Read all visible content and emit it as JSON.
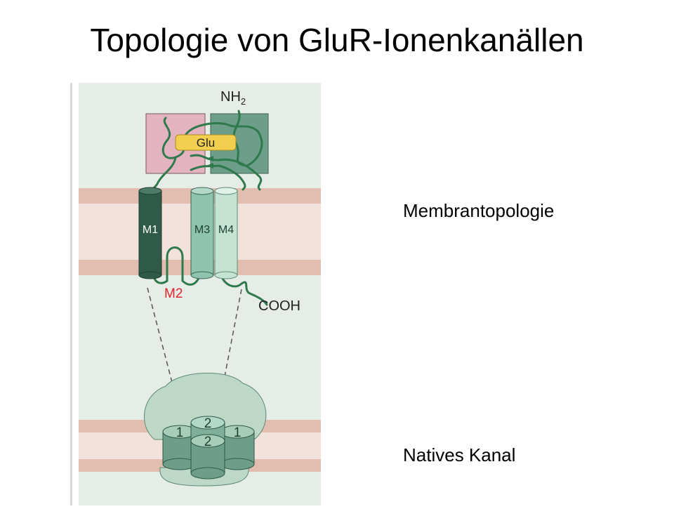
{
  "slide": {
    "title": "Topologie von GluR-Ionenkanällen"
  },
  "diagram": {
    "labels": {
      "n_terminus": "NH",
      "n_terminus_sub": "2",
      "ligand": "Glu",
      "m1": "M1",
      "m2": "M2",
      "m3": "M3",
      "m4": "M4",
      "c_terminus": "COOH",
      "subunit_1a": "1",
      "subunit_2a": "2",
      "subunit_1b": "1",
      "subunit_2b": "2"
    },
    "colors": {
      "photo_background": "#e6ece6",
      "membrane": "#e2beb0",
      "membrane_core": "#f3e2dc",
      "s1_domain": "#e3b3bf",
      "s2_domain": "#6c9e8a",
      "glu": "#f2cf4f",
      "m1_helix": "#2f5a48",
      "m3_helix": "#8ec3b0",
      "m4_helix": "#c4e3d2",
      "chain": "#2f7a4c",
      "m2_label": "#e0242c",
      "channel": "#a7cdb9"
    }
  },
  "captions": {
    "membrane_topology": "Membrantopologie",
    "native_channel": "Natives Kanal"
  }
}
